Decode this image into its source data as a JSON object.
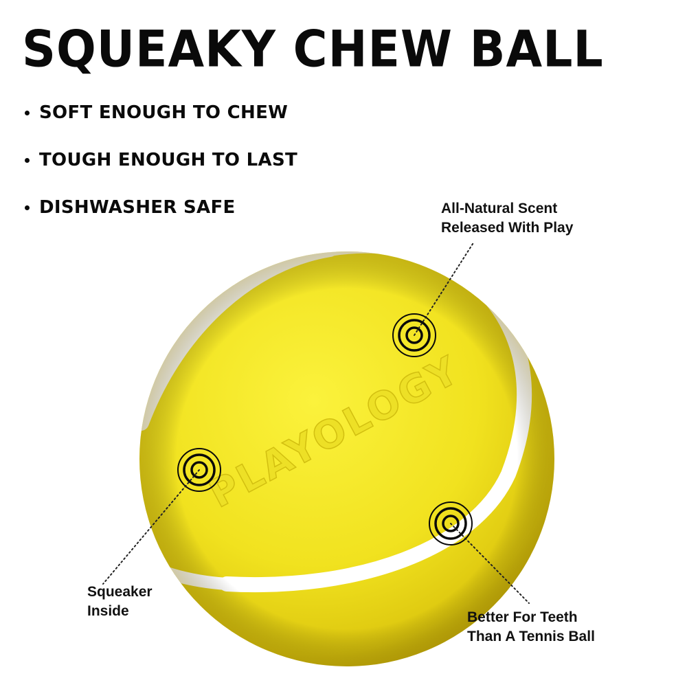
{
  "product": {
    "title": "SQUEAKY CHEW BALL",
    "bullets": [
      "SOFT ENOUGH TO CHEW",
      "TOUGH ENOUGH TO LAST",
      "DISHWASHER SAFE"
    ],
    "brand_mark": "PLAYOLOGY",
    "colors": {
      "ball": "#f3e62a",
      "ball_shadow": "#c9b100",
      "stripe": "#ffffff",
      "text": "#0a0a0a"
    }
  },
  "callouts": {
    "scent": {
      "line1": "All-Natural Scent",
      "line2": "Released With Play"
    },
    "squeaker": {
      "line1": "Squeaker",
      "line2": "Inside"
    },
    "teeth": {
      "line1": "Better For Teeth",
      "line2": "Than A Tennis Ball"
    }
  }
}
